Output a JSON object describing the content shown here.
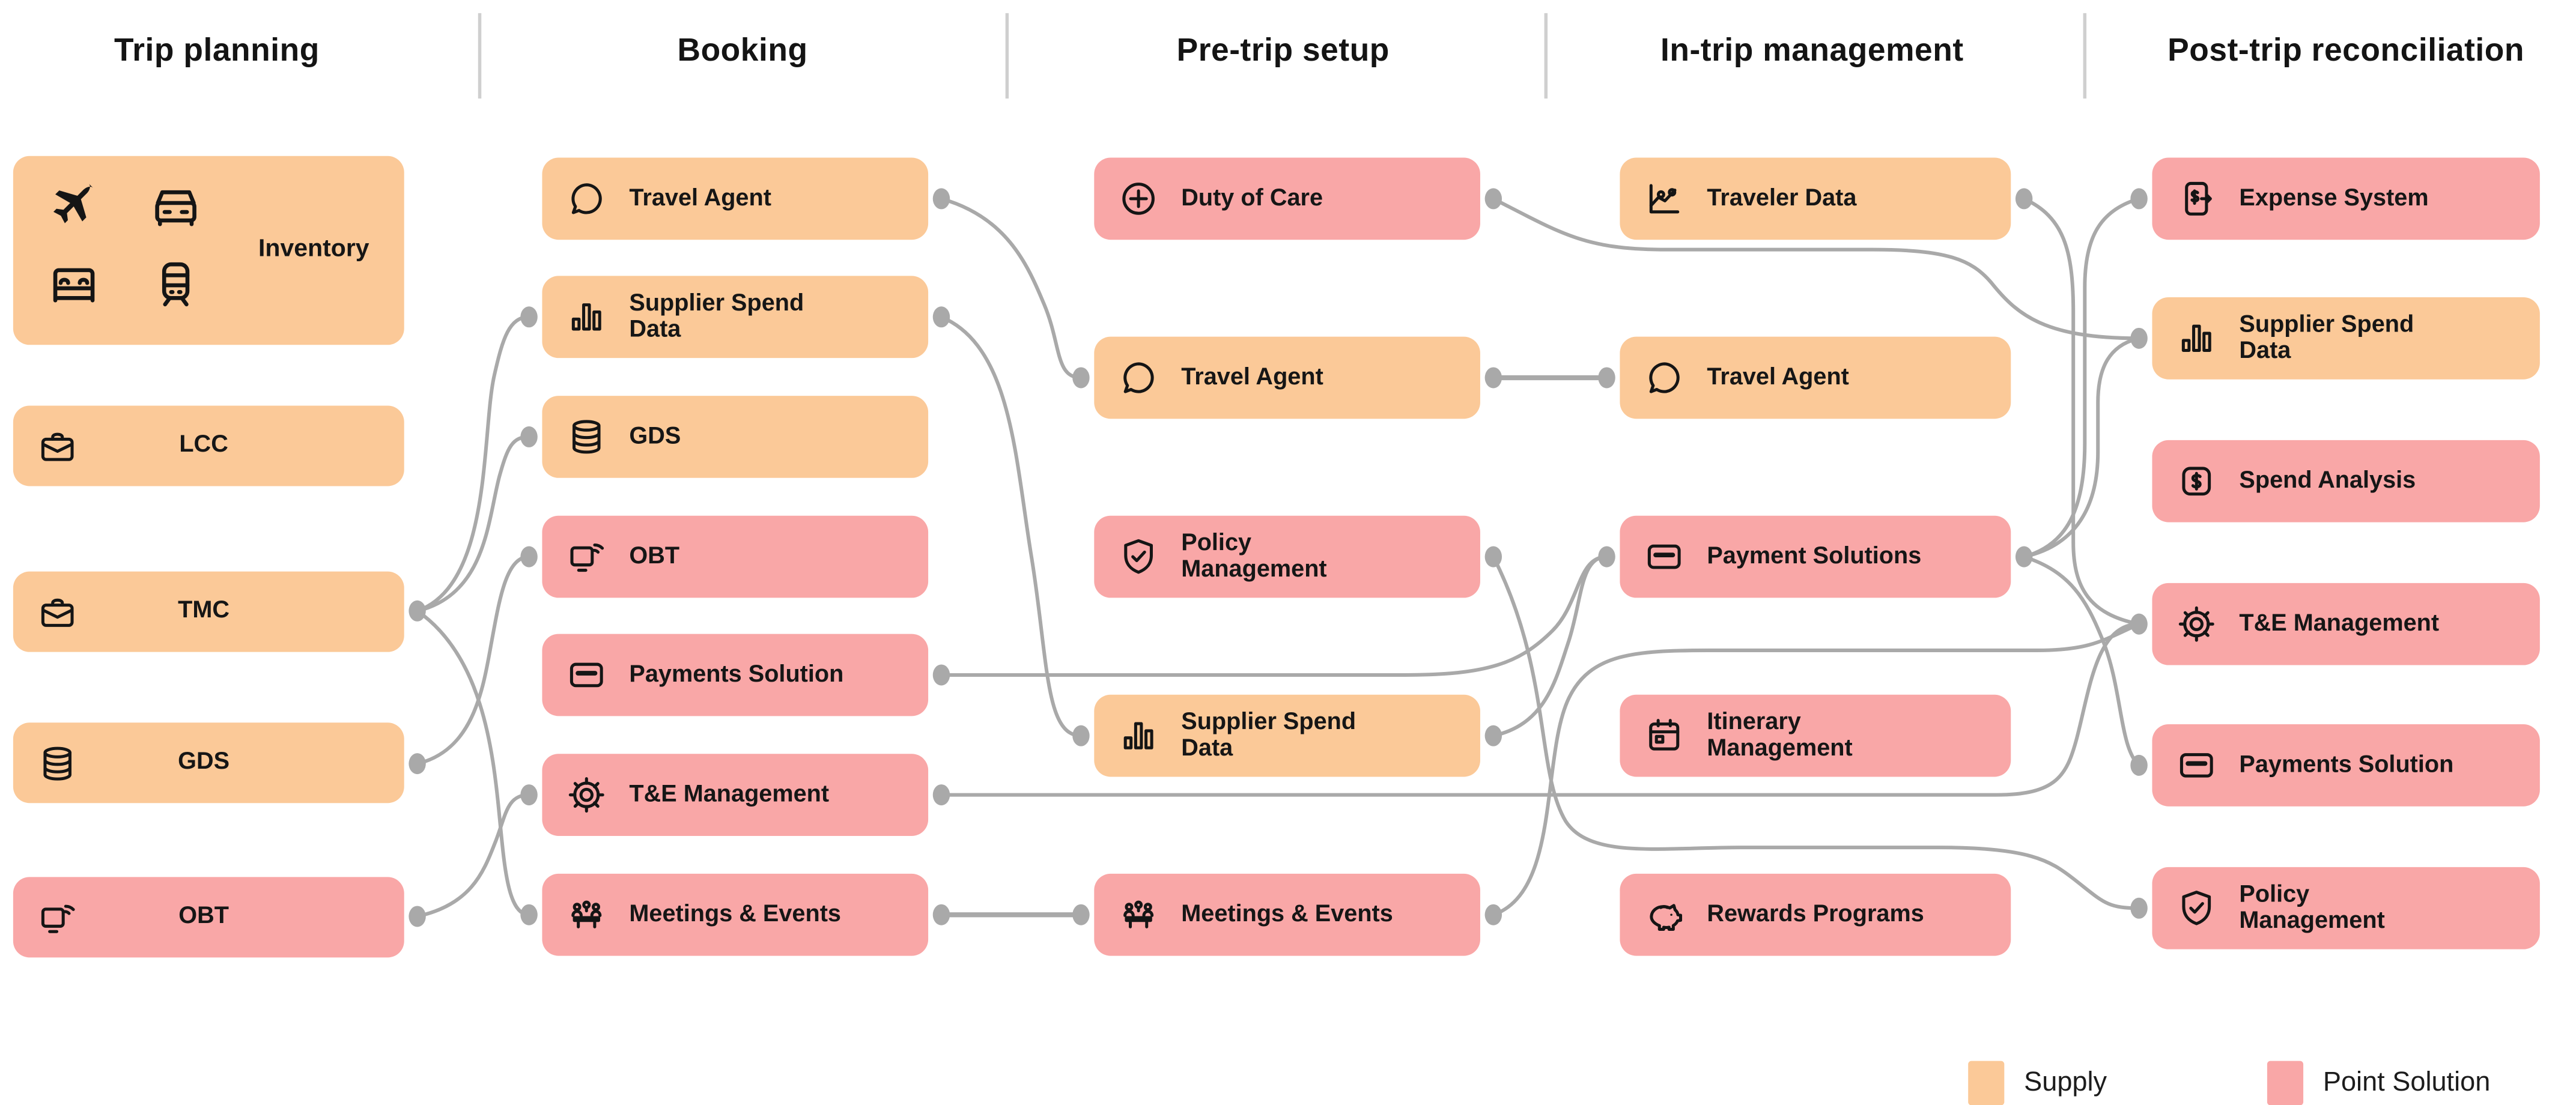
{
  "headers": [
    {
      "id": "trip-planning",
      "label": "Trip planning"
    },
    {
      "id": "booking",
      "label": "Booking"
    },
    {
      "id": "pre-trip-setup",
      "label": "Pre-trip setup"
    },
    {
      "id": "in-trip-management",
      "label": "In-trip management"
    },
    {
      "id": "post-trip-reconciliation",
      "label": "Post-trip reconciliation"
    }
  ],
  "columns": [
    {
      "header": "Trip planning",
      "boxes": [
        {
          "id": "inventory",
          "label": "Inventory",
          "type": "supply",
          "icon": "inventory-group",
          "sub_icons": [
            "plane",
            "car",
            "bed",
            "train"
          ]
        },
        {
          "id": "lcc",
          "label": "LCC",
          "type": "supply",
          "icon": "briefcase"
        },
        {
          "id": "tmc",
          "label": "TMC",
          "type": "supply",
          "icon": "briefcase"
        },
        {
          "id": "gds1",
          "label": "GDS",
          "type": "supply",
          "icon": "database"
        },
        {
          "id": "obt1",
          "label": "OBT",
          "type": "point",
          "icon": "device"
        }
      ]
    },
    {
      "header": "Booking",
      "boxes": [
        {
          "id": "ta2",
          "label": "Travel Agent",
          "type": "supply",
          "icon": "chat"
        },
        {
          "id": "ssd2",
          "label": "Supplier Spend Data",
          "type": "supply",
          "icon": "barchart"
        },
        {
          "id": "gds2",
          "label": "GDS",
          "type": "supply",
          "icon": "database"
        },
        {
          "id": "obt2",
          "label": "OBT",
          "type": "point",
          "icon": "device"
        },
        {
          "id": "pay2",
          "label": "Payments Solution",
          "type": "point",
          "icon": "card"
        },
        {
          "id": "te2",
          "label": "T&E Management",
          "type": "point",
          "icon": "gear"
        },
        {
          "id": "me2",
          "label": "Meetings & Events",
          "type": "point",
          "icon": "meeting"
        }
      ]
    },
    {
      "header": "Pre-trip setup",
      "boxes": [
        {
          "id": "doc3",
          "label": "Duty of Care",
          "type": "point",
          "icon": "circle-plus"
        },
        {
          "id": "ta3",
          "label": "Travel Agent",
          "type": "supply",
          "icon": "chat"
        },
        {
          "id": "pm3",
          "label": "Policy Management",
          "type": "point",
          "icon": "shield-check"
        },
        {
          "id": "ssd3",
          "label": "Supplier Spend Data",
          "type": "supply",
          "icon": "barchart"
        },
        {
          "id": "me3",
          "label": "Meetings & Events",
          "type": "point",
          "icon": "meeting"
        }
      ]
    },
    {
      "header": "In-trip management",
      "boxes": [
        {
          "id": "td4",
          "label": "Traveler Data",
          "type": "supply",
          "icon": "traveler-chart"
        },
        {
          "id": "ta4",
          "label": "Travel Agent",
          "type": "supply",
          "icon": "chat"
        },
        {
          "id": "pay4",
          "label": "Payment Solutions",
          "type": "point",
          "icon": "card"
        },
        {
          "id": "im4",
          "label": "Itinerary Management",
          "type": "point",
          "icon": "calendar"
        },
        {
          "id": "rp4",
          "label": "Rewards Programs",
          "type": "point",
          "icon": "piggy"
        }
      ]
    },
    {
      "header": "Post-trip reconciliation",
      "boxes": [
        {
          "id": "exp5",
          "label": "Expense System",
          "type": "point",
          "icon": "expense-phone"
        },
        {
          "id": "ssd5",
          "label": "Supplier Spend Data",
          "type": "supply",
          "icon": "barchart"
        },
        {
          "id": "sa5",
          "label": "Spend Analysis",
          "type": "point",
          "icon": "dollar-square"
        },
        {
          "id": "te5",
          "label": "T&E Management",
          "type": "point",
          "icon": "gear"
        },
        {
          "id": "pay5",
          "label": "Payments Solution",
          "type": "point",
          "icon": "card"
        },
        {
          "id": "pm5",
          "label": "Policy Management",
          "type": "point",
          "icon": "shield-check"
        }
      ]
    }
  ],
  "connections": [
    {
      "from": "tmc",
      "to": "ssd2"
    },
    {
      "from": "tmc",
      "to": "gds2"
    },
    {
      "from": "tmc",
      "to": "me2"
    },
    {
      "from": "gds1",
      "to": "obt2"
    },
    {
      "from": "obt1",
      "to": "te2"
    },
    {
      "from": "ta2",
      "to": "ta3"
    },
    {
      "from": "ssd2",
      "to": "ssd3"
    },
    {
      "from": "me2",
      "to": "me3"
    },
    {
      "from": "pay2",
      "to": "pay4"
    },
    {
      "from": "te2",
      "to": "te5"
    },
    {
      "from": "ta3",
      "to": "ta4"
    },
    {
      "from": "ssd3",
      "to": "pay4"
    },
    {
      "from": "doc3",
      "to": "ssd5"
    },
    {
      "from": "pm3",
      "to": "pm5"
    },
    {
      "from": "me3",
      "to": "te5"
    },
    {
      "from": "td4",
      "to": "te5"
    },
    {
      "from": "pay4",
      "to": "exp5"
    },
    {
      "from": "pay4",
      "to": "ssd5"
    },
    {
      "from": "pay4",
      "to": "pay5"
    }
  ],
  "legend": {
    "supply_label": "Supply",
    "point_label": "Point Solution",
    "supply_color": "#FBC998",
    "point_color": "#F9A7A7",
    "line_color": "#a9a9a9"
  }
}
